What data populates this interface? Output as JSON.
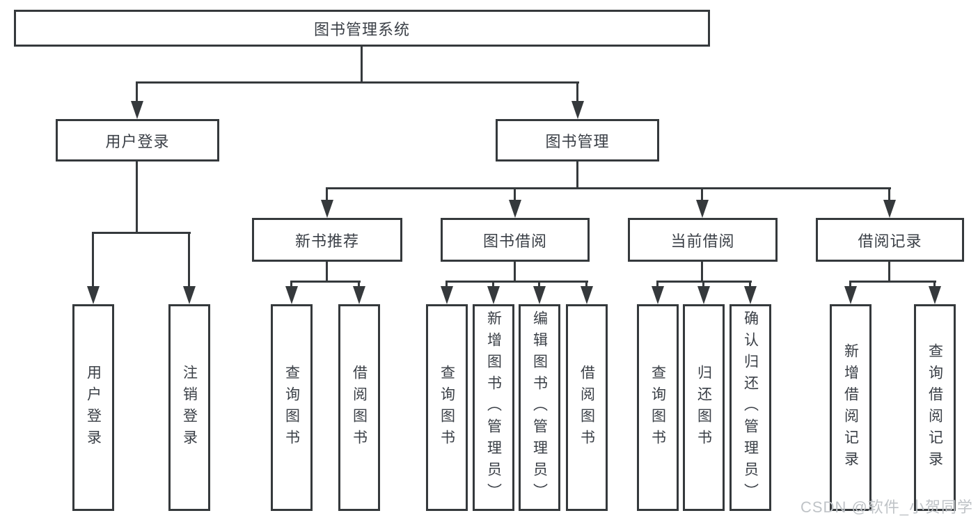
{
  "diagram": {
    "root": {
      "label": "图书管理系统"
    },
    "user_login": {
      "label": "用户登录",
      "children": [
        {
          "label": "用户登录"
        },
        {
          "label": "注销登录"
        }
      ]
    },
    "book_management": {
      "label": "图书管理",
      "children": [
        {
          "label": "新书推荐",
          "children": [
            {
              "label": "查询图书"
            },
            {
              "label": "借阅图书"
            }
          ]
        },
        {
          "label": "图书借阅",
          "children": [
            {
              "label": "查询图书"
            },
            {
              "label": "新增图书（管理员）"
            },
            {
              "label": "编辑图书（管理员）"
            },
            {
              "label": "借阅图书"
            }
          ]
        },
        {
          "label": "当前借阅",
          "children": [
            {
              "label": "查询图书"
            },
            {
              "label": "归还图书"
            },
            {
              "label": "确认归还（管理员）"
            }
          ]
        },
        {
          "label": "借阅记录",
          "children": [
            {
              "label": "新增借阅记录"
            },
            {
              "label": "查询借阅记录"
            }
          ]
        }
      ]
    }
  },
  "watermark": {
    "text": "CSDN @软件_小贺同学"
  },
  "colors": {
    "line": "#35393c",
    "text": "#3a3f46",
    "watermark": "#bfc3c7",
    "background": "#ffffff"
  }
}
